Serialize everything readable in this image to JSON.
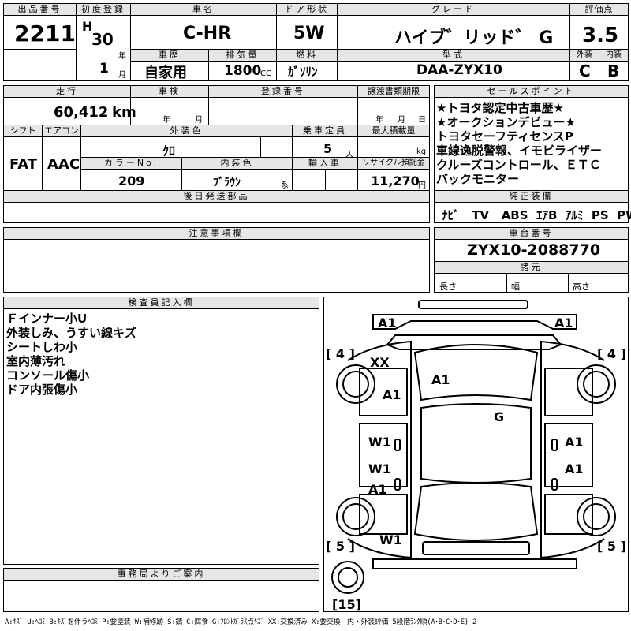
{
  "sheet": {
    "lot_label": "出品番号",
    "lot_no": "2211",
    "first_reg_label": "初度登録",
    "era": "H",
    "year": "30",
    "year_unit": "年",
    "month": "1",
    "month_unit": "月",
    "car_name_label": "車名",
    "car_name": "C-HR",
    "door_label": "ドア形状",
    "door": "5W",
    "grade_label": "グレード",
    "grade": "ハイブ゛リッド゛ G",
    "score_label": "評価点",
    "score": "3.5",
    "ext_label": "外装",
    "ext": "C",
    "int_label": "内装",
    "int": "B",
    "history_label": "車歴",
    "history": "自家用",
    "displacement_label": "排気量",
    "displacement": "1800",
    "cc": "CC",
    "fuel_label": "燃料",
    "fuel": "ｶﾞｿﾘﾝ",
    "model_label": "型式",
    "model": "DAA-ZYX10",
    "mileage_label": "走行",
    "mileage": "60,412",
    "km": "km",
    "inspection_label": "車検",
    "insp_year": "年",
    "insp_month": "月",
    "regno_label": "登録番号",
    "transfer_label": "譲渡書類期限",
    "tr_year": "年",
    "tr_month": "月",
    "tr_day": "日",
    "shift_label": "シフト",
    "shift": "FAT",
    "ac_label": "エアコン",
    "ac": "AAC",
    "color_label": "外装色",
    "color": "ｸﾛ",
    "capacity_label": "乗車定員",
    "capacity": "5",
    "capacity_unit": "人",
    "load_label": "最大積載量",
    "load_unit": "kg",
    "colorno_label": "カラーNo.",
    "colorno": "209",
    "intcolor_label": "内装色",
    "intcolor": "ﾌﾞﾗｳﾝ",
    "intcolor_suffix": "系",
    "import_label": "輸入車",
    "recycle_label": "リサイクル預託金",
    "recycle": "11,270",
    "yen": "円",
    "later_label": "後日発送部品",
    "sales_label": "セールスポイント",
    "sales_points": [
      "★トヨタ認定中古車歴★",
      "★オークションデビュー★",
      "トヨタセーフティセンスP",
      "車線逸脱警報、イモビライザー",
      "クルーズコントロール、ＥＴＣ",
      "バックモニター"
    ],
    "equip_label": "純正装備",
    "equip": [
      "ﾅﾋﾞ",
      "TV",
      "ABS",
      "ｴｱB",
      "ｱﾙﾐ",
      "PS",
      "PW"
    ],
    "notes_label": "注意事項欄",
    "chassis_label": "車台番号",
    "chassis": "ZYX10-2088770",
    "dims_label": "諸元",
    "length": "長さ",
    "width": "幅",
    "height": "高さ",
    "inspector_label": "検査員記入欄",
    "inspector_notes": [
      "Ｆインナー小U",
      "外装しみ、うすい線キズ",
      "シートしわ小",
      "室内薄汚れ",
      "コンソール傷小",
      "ドア内張傷小"
    ],
    "office_label": "事務局よりご案内",
    "legend": "A:ｷｽﾞ U:ﾍｺﾐ B:ｷｽﾞを伴うﾍｺﾐ P:要塗装 W:補修跡 S:錆 C:腐食 G:ﾌﾛﾝﾄｶﾞﾗｽ点ｷｽﾞ XX:交換済み X:要交換　内・外装評価 5段階ﾗﾝｸ順(A･B･C･D･E) 2"
  },
  "diagram": {
    "tyres": [
      "[ 4 ]",
      "[ 4 ]",
      "[ 5 ]",
      "[ 5 ]",
      "[15]"
    ],
    "damage": [
      "A1",
      "A1",
      "XX",
      "A1",
      "A1",
      "G",
      "W1",
      "A1",
      "W1",
      "A1",
      "A1",
      "W1"
    ]
  }
}
